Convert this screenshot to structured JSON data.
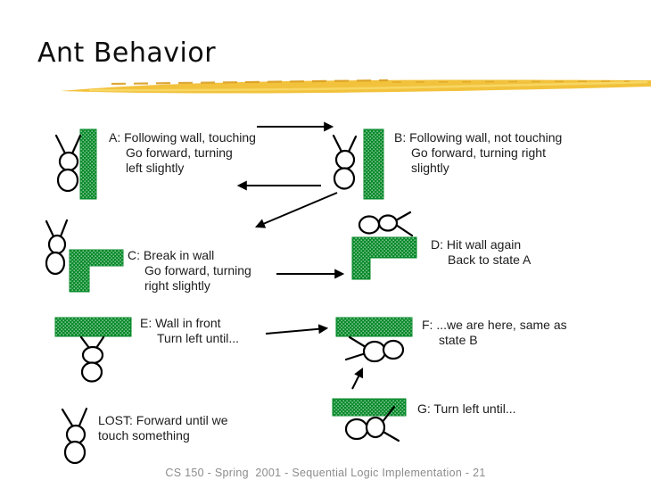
{
  "slide": {
    "title": "Ant Behavior",
    "footer": "CS 150 - Spring  2001 - Sequential Logic Implementation - 21"
  },
  "colors": {
    "wall_green": "#078a2a",
    "brush_gold": "#f2c23c",
    "brush_dark": "#da9e22",
    "brush_light": "#f8dc6e",
    "text": "#1c1c1c",
    "footer_gray": "#8c8c8c"
  },
  "sections": {
    "a": {
      "lines": [
        "A: Following wall, touching",
        "Go forward, turning",
        "left slightly"
      ]
    },
    "b": {
      "lines": [
        "B: Following wall, not touching",
        "Go forward, turning right",
        "slightly"
      ]
    },
    "c": {
      "lines": [
        "C: Break in wall",
        "Go forward, turning",
        "right slightly"
      ]
    },
    "d": {
      "lines": [
        "D: Hit wall again",
        "Back to state A"
      ]
    },
    "e": {
      "lines": [
        "E: Wall in front",
        "Turn left until..."
      ]
    },
    "f": {
      "lines": [
        "F: ...we are here, same as",
        "state B"
      ]
    },
    "g": {
      "lines": [
        "G: Turn left until..."
      ]
    },
    "lost": {
      "lines": [
        "LOST: Forward until we",
        "touch something"
      ]
    }
  }
}
